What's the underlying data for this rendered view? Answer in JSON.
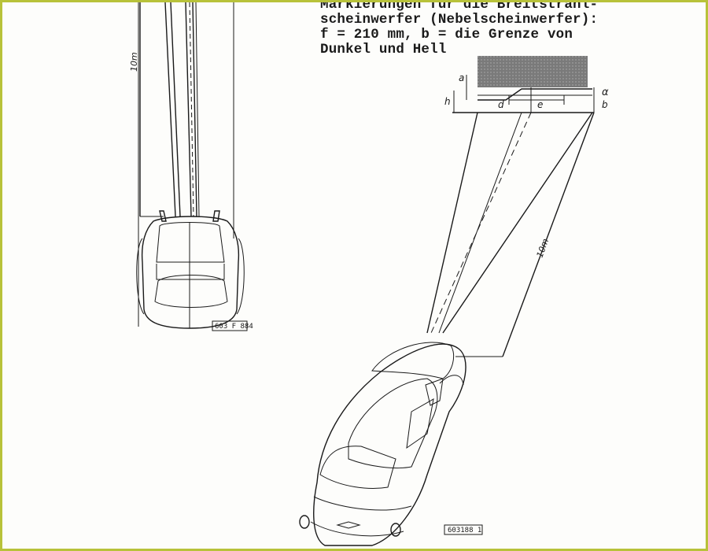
{
  "caption": {
    "line1": "Markierungen für die Breitstrahl-",
    "line2": "scheinwerfer (Nebelscheinwerfer):",
    "line3": "f = 210 mm, b = die Grenze von",
    "line4": "Dunkel und Hell"
  },
  "left_figure": {
    "distance_label": "10m",
    "ref_number": "603 F 884"
  },
  "right_figure": {
    "distance_label": "10m",
    "ref_number": "603188 1",
    "wall_labels": {
      "a": "a",
      "h": "h",
      "d": "d",
      "e": "e",
      "b": "b",
      "alpha": "α"
    }
  }
}
